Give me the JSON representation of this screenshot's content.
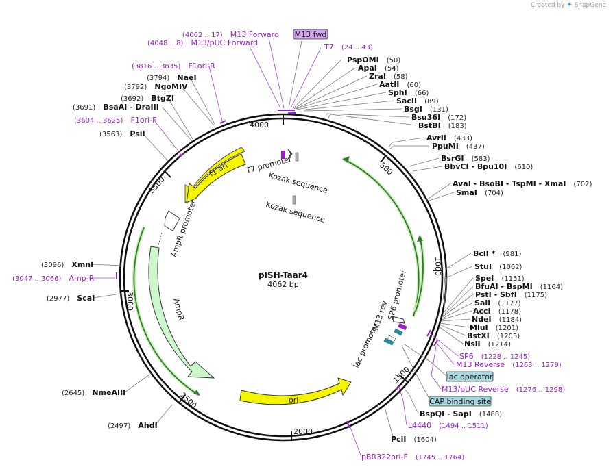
{
  "branding": {
    "created_by": "Created by",
    "app": "SnapGene"
  },
  "plasmid": {
    "name": "pISH-Taar4",
    "length": "4062 bp",
    "size_bp": 4062
  },
  "ticks": [
    "500",
    "1000",
    "1500",
    "2000",
    "2500",
    "3000",
    "3500",
    "4000"
  ],
  "features": {
    "f1_ori": "f1 ori",
    "ori": "ori",
    "ampr": "AmpR",
    "ampr_promoter": "AmpR promoter",
    "t7_promoter": "T7 promoter",
    "kozak_1": "Kozak sequence",
    "kozak_2": "Kozak sequence",
    "m13_rev": "M13 rev",
    "sp6_promoter": "SP6 promoter",
    "lac_promoter": "lac promoter"
  },
  "right_sites": [
    {
      "name": "PspOMI",
      "pos": "(50)"
    },
    {
      "name": "ApaI",
      "pos": "(54)"
    },
    {
      "name": "ZraI",
      "pos": "(58)"
    },
    {
      "name": "AatII",
      "pos": "(60)"
    },
    {
      "name": "SphI",
      "pos": "(66)"
    },
    {
      "name": "SacII",
      "pos": "(89)"
    },
    {
      "name": "BsgI",
      "pos": "(131)"
    },
    {
      "name": "Bsu36I",
      "pos": "(172)"
    },
    {
      "name": "BstBI",
      "pos": "(183)"
    },
    {
      "name": "AvrII",
      "pos": "(433)"
    },
    {
      "name": "PpuMI",
      "pos": "(437)"
    },
    {
      "name": "BsrGI",
      "pos": "(583)"
    },
    {
      "name": "BbvCI - Bpu10I",
      "pos": "(610)"
    },
    {
      "name": "AvaI - BsoBI - TspMI - XmaI",
      "pos": "(702)"
    },
    {
      "name": "SmaI",
      "pos": "(704)"
    },
    {
      "name": "BclI *",
      "pos": "(981)"
    },
    {
      "name": "StuI",
      "pos": "(1062)"
    },
    {
      "name": "SpeI",
      "pos": "(1151)"
    },
    {
      "name": "BfuAI - BspMI",
      "pos": "(1164)"
    },
    {
      "name": "PstI - SbfI",
      "pos": "(1175)"
    },
    {
      "name": "SalI",
      "pos": "(1177)"
    },
    {
      "name": "AccI",
      "pos": "(1178)"
    },
    {
      "name": "NdeI",
      "pos": "(1184)"
    },
    {
      "name": "MluI",
      "pos": "(1201)"
    },
    {
      "name": "BstXI",
      "pos": "(1205)"
    },
    {
      "name": "NsiI",
      "pos": "(1214)"
    }
  ],
  "right_primers": [
    {
      "name": "SP6",
      "pos": "(1228 .. 1245)"
    },
    {
      "name": "M13 Reverse",
      "pos": "(1263 .. 1279)"
    },
    {
      "name": "M13/pUC Reverse",
      "pos": "(1276 .. 1298)"
    }
  ],
  "boxes": {
    "lac_operator": "lac operator",
    "cap_site": "CAP binding site",
    "m13_fwd": "M13 fwd"
  },
  "bottom_sites": [
    {
      "name": "BspQI - SapI",
      "pos": "(1488)"
    },
    {
      "name": "PciI",
      "pos": "(1604)"
    },
    {
      "name": "AhdI",
      "pos": "(2497)"
    },
    {
      "name": "NmeAIII",
      "pos": "(2645)"
    }
  ],
  "bottom_primers": [
    {
      "name": "L4440",
      "pos": "(1494 .. 1511)"
    },
    {
      "name": "pBR322ori-F",
      "pos": "(1745 .. 1764)"
    }
  ],
  "left_sites": [
    {
      "name": "ScaI",
      "pos": "(2977)"
    },
    {
      "name": "XmnI",
      "pos": "(3096)"
    },
    {
      "name": "PsiI",
      "pos": "(3563)"
    },
    {
      "name": "BsaAI - DraIII",
      "pos": "(3691)"
    },
    {
      "name": "BtgZI",
      "pos": "(3692)"
    },
    {
      "name": "NgoMIV",
      "pos": "(3792)"
    },
    {
      "name": "NaeI",
      "pos": "(3794)"
    }
  ],
  "left_primers": [
    {
      "name": "Amp-R",
      "pos": "(3047 .. 3066)"
    },
    {
      "name": "F1ori-F",
      "pos": "(3604 .. 3625)"
    },
    {
      "name": "F1ori-R",
      "pos": "(3816 .. 3835)"
    }
  ],
  "top_primers": [
    {
      "name": "M13/pUC Forward",
      "pos": "(4048 .. 8)"
    },
    {
      "name": "M13 Forward",
      "pos": "(4062 .. 17)"
    },
    {
      "name": "T7",
      "pos": "(24 .. 43)"
    }
  ],
  "colors": {
    "backbone": "#111111",
    "ori": "#f5f500",
    "ampr": "#ccf7cc",
    "orf_arc": "#5bb85b",
    "primer": "#9b1ec9",
    "box_blue": "#a8d8e0",
    "box_purple": "#d6a6f0",
    "teal": "#2b8a9a"
  }
}
